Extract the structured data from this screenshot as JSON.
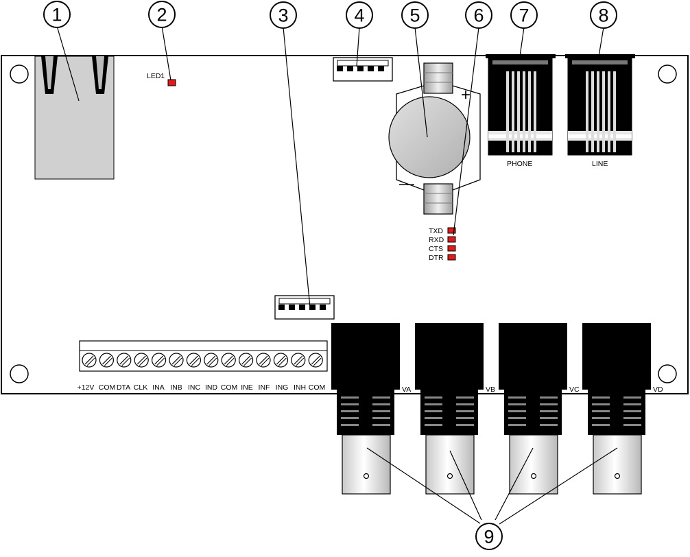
{
  "callouts": [
    "1",
    "2",
    "3",
    "4",
    "5",
    "6",
    "7",
    "8",
    "9"
  ],
  "labels": {
    "led1": "LED1",
    "phone": "PHONE",
    "line": "LINE"
  },
  "status_leds": [
    "TXD",
    "RXD",
    "CTS",
    "DTR"
  ],
  "terminals": [
    "+12V",
    "COM",
    "DTA",
    "CLK",
    "INA",
    "INB",
    "INC",
    "IND",
    "COM",
    "INE",
    "INF",
    "ING",
    "INH",
    "COM"
  ],
  "video_inputs": [
    "VA",
    "VB",
    "VC",
    "VD"
  ],
  "battery_polarity": {
    "plus": "+",
    "minus": "—"
  },
  "colors": {
    "led": "#e01b1b",
    "jack": "#f0f0f0",
    "board": "#ffffff",
    "battery": "#c4c4c4"
  }
}
